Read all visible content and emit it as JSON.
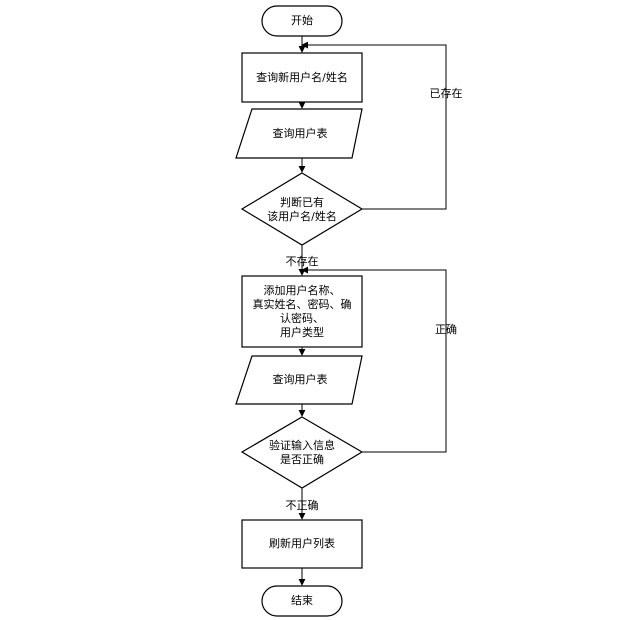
{
  "nodes": {
    "start": {
      "text": "开始"
    },
    "query_new_user": {
      "text": "查询新用户名/姓名"
    },
    "query_user_table_1": {
      "text": "查询用户表"
    },
    "check_exists": {
      "line1": "判断已有",
      "line2": "该用户名/姓名"
    },
    "add_user_info": {
      "line1": "添加用户名称、",
      "line2": "真实姓名、密码、确",
      "line3": "认密码、",
      "line4": "用户类型"
    },
    "query_user_table_2": {
      "text": "查询用户表"
    },
    "verify_input": {
      "line1": "验证输入信息",
      "line2": "是否正确"
    },
    "refresh_user_list": {
      "text": "刷新用户列表"
    },
    "end": {
      "text": "结束"
    }
  },
  "edge_labels": {
    "exists": "已存在",
    "not_exists": "不存在",
    "correct": "正确",
    "incorrect": "不正确"
  },
  "colors": {
    "stroke": "#000000",
    "fill": "#ffffff",
    "text": "#000000"
  }
}
